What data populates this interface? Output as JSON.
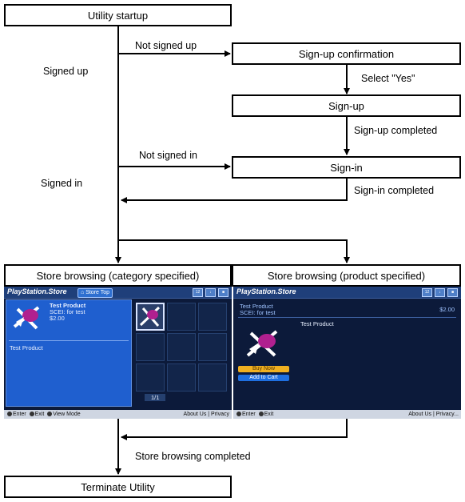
{
  "nodes": {
    "utility_startup": "Utility startup",
    "signup_confirmation": "Sign-up confirmation",
    "signup": "Sign-up",
    "signin": "Sign-in",
    "store_category": "Store browsing (category specified)",
    "store_product": "Store browsing (product specified)",
    "terminate": "Terminate Utility"
  },
  "edges": {
    "not_signed_up": "Not signed up",
    "signed_up": "Signed up",
    "select_yes": "Select \"Yes\"",
    "signup_completed": "Sign-up completed",
    "not_signed_in": "Not signed in",
    "signed_in": "Signed in",
    "signin_completed": "Sign-in completed",
    "store_browsing_completed": "Store browsing completed"
  },
  "screen_left": {
    "logo": "PlayStation.Store",
    "store_top": "Store Top",
    "product_name": "Test Product",
    "vendor": "SCEI: for test",
    "price": "$2.00",
    "panel_label": "Test Product",
    "pager": "1/1",
    "footer_enter": "Enter",
    "footer_exit": "Exit",
    "footer_view": "View Mode",
    "footer_right": "About Us | Privacy"
  },
  "screen_right": {
    "logo": "PlayStation.Store",
    "product_name": "Test Product",
    "vendor": "SCEI: for test",
    "price": "$2.00",
    "center_title": "Test Product",
    "buy_now": "Buy Now",
    "add_to_cart": "Add to Cart",
    "footer_enter": "Enter",
    "footer_exit": "Exit",
    "footer_right": "About Us | Privacy..."
  },
  "icons": [
    "product-thumbnail-icon",
    "cart-icon",
    "download-icon",
    "age-rating-icon",
    "home-icon"
  ],
  "colors": {
    "screen_bg": "#0c1a3a",
    "panel_blue": "#1f5fcf",
    "buy_now": "#f0b020",
    "add_to_cart": "#1e6fe0"
  }
}
